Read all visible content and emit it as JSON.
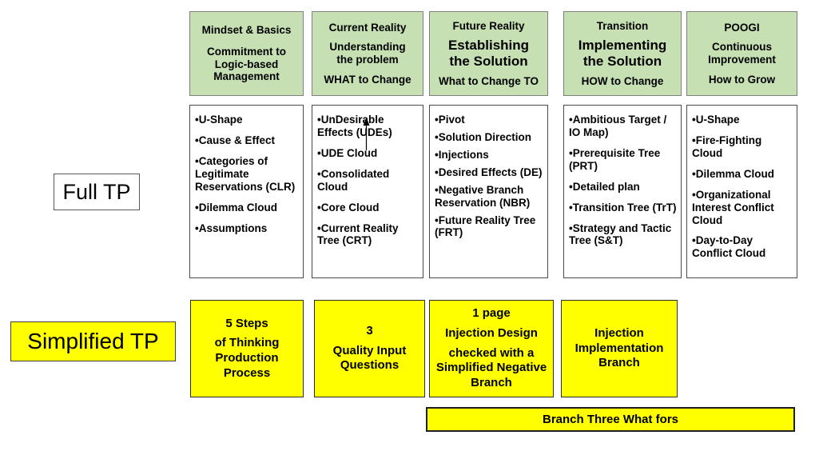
{
  "labels": {
    "full_tp": "Full TP",
    "simplified_tp": "Simplified TP",
    "bottom_bar": "Branch Three What fors"
  },
  "colors": {
    "header_green": "#c6e0b4",
    "highlight_yellow": "#ffff00"
  },
  "icons": {
    "ude_arrow": "up-arrow"
  },
  "columns": [
    {
      "header": {
        "top": "Mindset & Basics",
        "mid": "Commitment to Logic-based Management",
        "bottom": ""
      },
      "items": [
        "U-Shape",
        "Cause & Effect",
        "Categories of Legitimate Reservations (CLR)",
        "Dilemma Cloud",
        "Assumptions"
      ]
    },
    {
      "header": {
        "top": "Current Reality",
        "mid": "Understanding the problem",
        "bottom": "WHAT to Change"
      },
      "items": [
        "UnDesirable Effects (UDEs)",
        "UDE Cloud",
        "Consolidated Cloud",
        "Core Cloud",
        "Current Reality Tree (CRT)"
      ]
    },
    {
      "header": {
        "top": "Future Reality",
        "mid": "Establishing the Solution",
        "bottom": "What to Change TO"
      },
      "items": [
        "Pivot",
        "Solution Direction",
        "Injections",
        "Desired Effects (DE)",
        "Negative Branch Reservation (NBR)",
        "Future Reality Tree (FRT)"
      ]
    },
    {
      "header": {
        "top": "Transition",
        "mid": "Implementing the Solution",
        "bottom": "HOW to Change"
      },
      "items": [
        "Ambitious Target / IO Map)",
        "Prerequisite Tree (PRT)",
        "Detailed plan",
        "Transition Tree (TrT)",
        "Strategy and Tactic Tree (S&T)"
      ]
    },
    {
      "header": {
        "top": "POOGI",
        "mid": "Continuous Improvement",
        "bottom": "How to Grow"
      },
      "items": [
        "U-Shape",
        "Fire-Fighting Cloud",
        "Dilemma Cloud",
        "Organizational Interest Conflict Cloud",
        "Day-to-Day Conflict Cloud"
      ]
    }
  ],
  "simplified_boxes": [
    {
      "lines": [
        "5 Steps",
        "of Thinking Production Process"
      ]
    },
    {
      "lines": [
        "3",
        "Quality Input Questions"
      ]
    },
    {
      "lines": [
        "1 page",
        "Injection Design",
        "checked with a Simplified Negative Branch"
      ]
    },
    {
      "lines": [
        "Injection Implementation Branch"
      ]
    }
  ]
}
